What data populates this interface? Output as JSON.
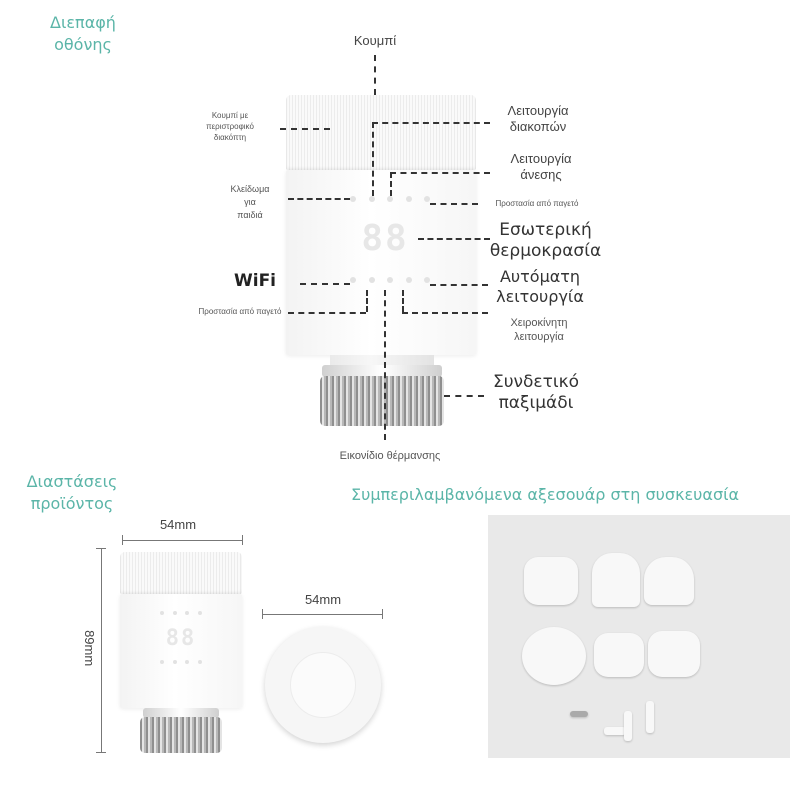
{
  "section_titles": {
    "interface": "Διεπαφή\nοθόνης",
    "dimensions": "Διαστάσεις\nπροϊόντος",
    "accessories": "Συμπεριλαμβανόμενα αξεσουάρ στη συσκευασία"
  },
  "labels": {
    "knob": "Κουμπί",
    "rotary_knob": "Κουμπί με\nπεριστροφικό\nδιακόπτη",
    "child_lock": "Κλείδωμα\nγια\nπαιδιά",
    "wifi": "WiFi",
    "frost_protection_left": "Προστασία από παγετό",
    "holiday_mode": "Λειτουργία\nδιακοπών",
    "comfort_mode": "Λειτουργία\nάνεσης",
    "frost_protection_right": "Προστασία από παγετό",
    "indoor_temp": "Εσωτερική\nθερμοκρασία",
    "auto_mode": "Αυτόματη\nλειτουργία",
    "manual_mode": "Χειροκίνητη\nλειτουργία",
    "connecting_nut": "Συνδετικό\nπαξιμάδι",
    "heating_icon": "Εικονίδιο θέρμανσης"
  },
  "dimensions": {
    "width": "54mm",
    "height": "89mm",
    "disc_diameter": "54mm"
  },
  "device_display": {
    "digits": "88"
  },
  "colors": {
    "accent": "#5bb5a8",
    "photo_bg": "#e9e9e9"
  }
}
